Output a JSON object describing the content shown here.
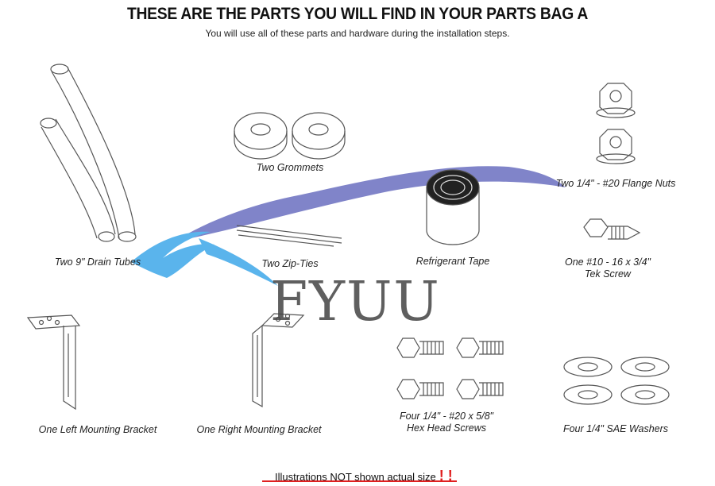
{
  "header": {
    "title": "THESE ARE THE PARTS YOU WILL FIND IN YOUR PARTS BAG A",
    "subtitle": "You will use all of these parts and hardware during the installation steps."
  },
  "parts": [
    {
      "label": "Two 9\" Drain Tubes"
    },
    {
      "label": "Two Grommets"
    },
    {
      "label": "Two Zip-Ties"
    },
    {
      "label": "Refrigerant Tape"
    },
    {
      "label": "Two 1/4\" - #20 Flange Nuts"
    },
    {
      "label": "One #10 - 16 x 3/4\"",
      "label2": "Tek Screw"
    },
    {
      "label": "One Left Mounting Bracket"
    },
    {
      "label": "One Right Mounting Bracket"
    },
    {
      "label": "Four 1/4\" - #20 x 5/8\"",
      "label2": "Hex Head Screws"
    },
    {
      "label": "Four 1/4\" SAE Washers"
    }
  ],
  "watermark": {
    "text": "FYUU"
  },
  "footer": {
    "note": "Illustrations NOT shown actual size",
    "emphasis": "! !"
  },
  "colors": {
    "watermark_blue": "#5ab4ec",
    "watermark_purple": "#6a6fc0",
    "accent_red": "#e02020"
  }
}
